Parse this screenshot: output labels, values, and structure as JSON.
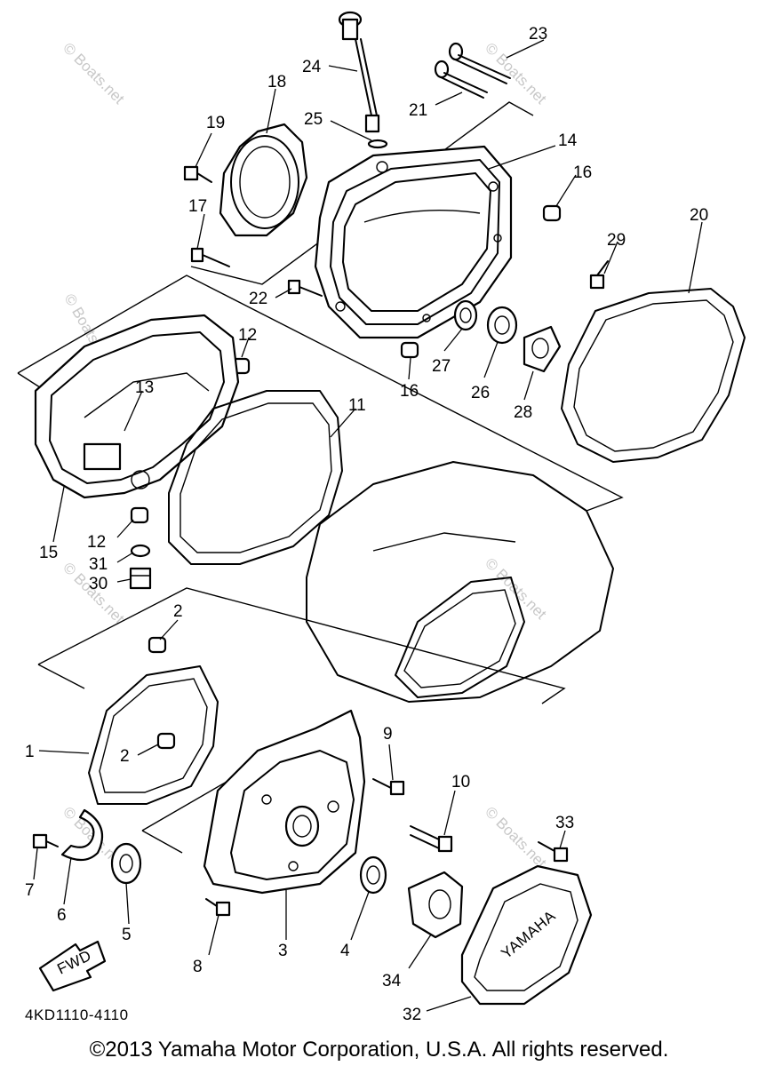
{
  "diagram": {
    "callouts": [
      "1",
      "2",
      "2",
      "3",
      "4",
      "5",
      "6",
      "7",
      "8",
      "9",
      "10",
      "11",
      "12",
      "12",
      "13",
      "14",
      "15",
      "16",
      "16",
      "17",
      "18",
      "19",
      "20",
      "21",
      "22",
      "23",
      "24",
      "25",
      "26",
      "27",
      "28",
      "29",
      "30",
      "31",
      "32",
      "33",
      "34"
    ],
    "watermark_text": "© Boats.net",
    "reference_code": "4KD1110-4110",
    "fwd_label": "FWD",
    "emblem_text": "YAMAHA"
  },
  "footer": {
    "copyright": "©2013 Yamaha Motor Corporation, U.S.A. All rights reserved."
  }
}
